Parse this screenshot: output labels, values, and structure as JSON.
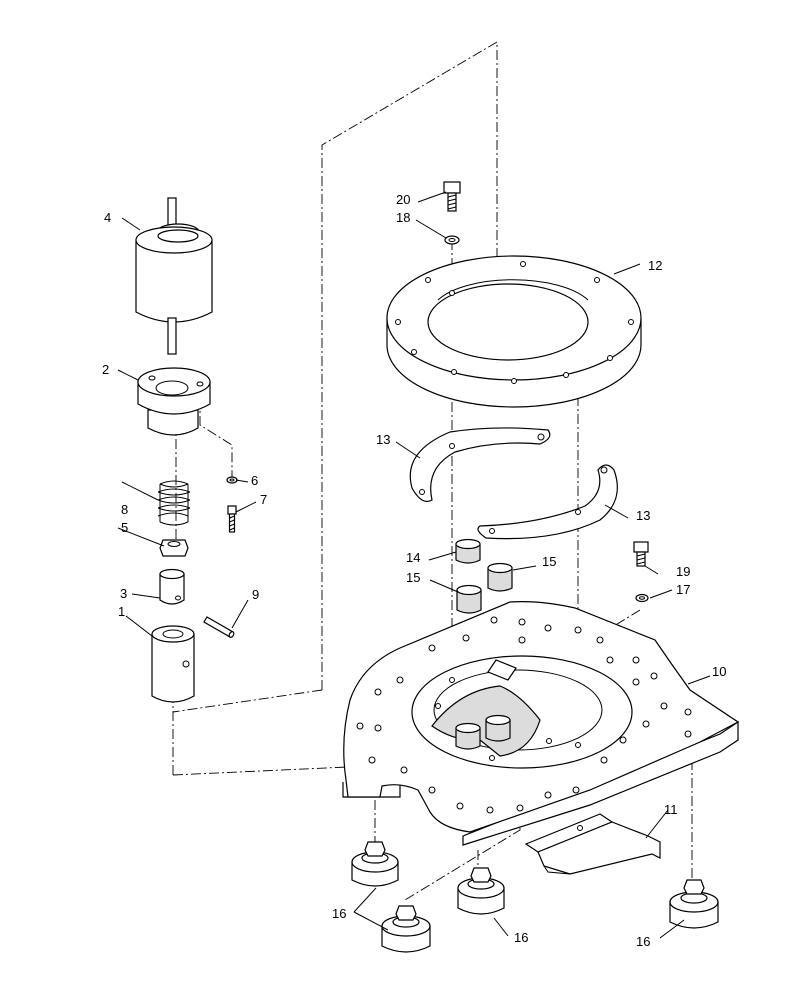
{
  "callouts": {
    "c1": "1",
    "c2": "2",
    "c3": "3",
    "c4": "4",
    "c5": "5",
    "c6": "6",
    "c7": "7",
    "c8": "8",
    "c9": "9",
    "c10": "10",
    "c11": "11",
    "c12": "12",
    "c13a": "13",
    "c13b": "13",
    "c14": "14",
    "c15a": "15",
    "c15b": "15",
    "c16a": "16",
    "c16b": "16",
    "c16c": "16",
    "c17": "17",
    "c18": "18",
    "c19": "19",
    "c20": "20"
  }
}
